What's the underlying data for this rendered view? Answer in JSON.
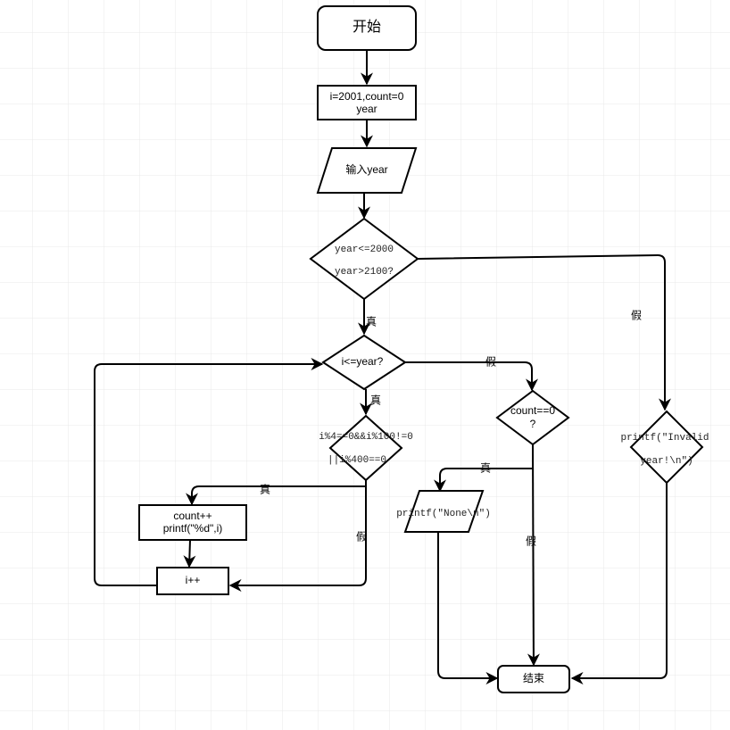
{
  "nodes": {
    "start": "开始",
    "init_line1": "i=2001,count=0",
    "init_line2": "year",
    "input": "输入year",
    "check_range_line1": "year<=2000",
    "check_range_line2": "year>2100?",
    "loop_cond": "i<=year?",
    "leap_line1": "i%4==0&&i%100!=0",
    "leap_line2": "||i%400==0",
    "count_line1": "count++",
    "count_line2": "printf(\"%d\",i)",
    "increment": "i++",
    "count_zero_line1": "count==0",
    "count_zero_line2": "?",
    "print_none": "printf(\"None\\n\")",
    "invalid_line1": "printf(\"Invalid",
    "invalid_line2": "year!\\n\")",
    "end": "结束"
  },
  "edge_labels": {
    "range_false": "假",
    "range_true": "真",
    "loop_true": "真",
    "loop_false": "假",
    "leap_true": "真",
    "leap_false": "假",
    "zero_true": "真",
    "zero_false": "假"
  }
}
